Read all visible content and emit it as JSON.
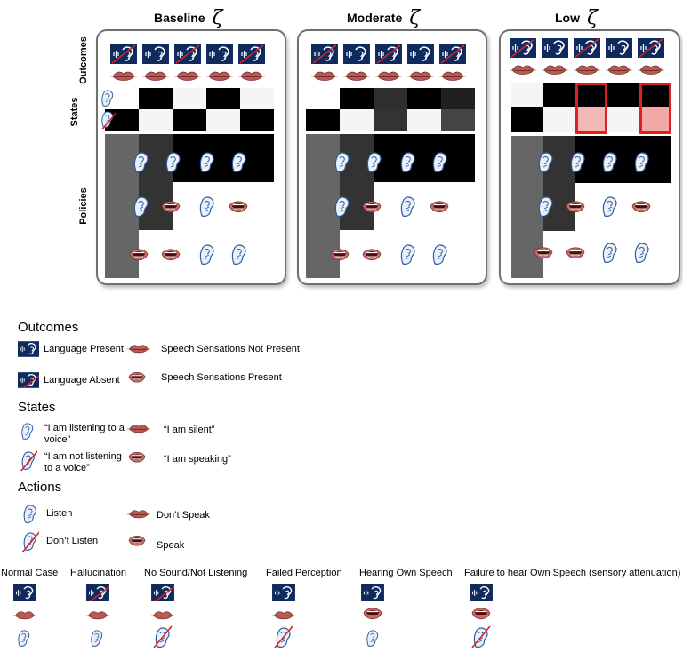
{
  "panels": [
    {
      "title": "Baseline"
    },
    {
      "title": "Moderate"
    },
    {
      "title": "Low"
    }
  ],
  "zeta_symbol": "ζ",
  "row_labels": {
    "outcomes": "Outcomes",
    "states": "States",
    "policies": "Policies"
  },
  "legend": {
    "outcomes": {
      "heading": "Outcomes",
      "language_present": "Language Present",
      "language_absent": "Language Absent",
      "speech_not_present": "Speech Sensations Not Present",
      "speech_present": "Speech Sensations Present"
    },
    "states": {
      "heading": "States",
      "listening": "“I am listening to a voice”",
      "not_listening": "“I am not listening to a voice”",
      "silent": "“I am silent”",
      "speaking": "“I am speaking”"
    },
    "actions": {
      "heading": "Actions",
      "listen": "Listen",
      "dont_listen": "Don’t Listen",
      "dont_speak": "Don’t Speak",
      "speak": "Speak"
    }
  },
  "examples": [
    {
      "label": "Normal Case",
      "language": "present",
      "speech": "lips",
      "hand": "listen"
    },
    {
      "label": "Hallucination",
      "language": "absent",
      "speech": "lips",
      "hand": "listen"
    },
    {
      "label": "No Sound/Not Listening",
      "language": "absent",
      "speech": "lips",
      "hand": "not-listen"
    },
    {
      "label": "Failed Perception",
      "language": "present",
      "speech": "lips",
      "hand": "not-listen"
    },
    {
      "label": "Hearing Own Speech",
      "language": "present",
      "speech": "mouth",
      "hand": "listen"
    },
    {
      "label": "Failure to hear Own Speech (sensory attenuation)",
      "language": "present",
      "speech": "mouth",
      "hand": "not-listen"
    }
  ],
  "colors": {
    "ear_bg": "#0f2a5c",
    "lips": "#b85a55",
    "hand": "#2f5c99",
    "highlight": "#e02020",
    "panel_border": "#707070"
  },
  "icons": [
    "ear-icon",
    "lips-icon",
    "hand-icon",
    "mouth-icon",
    "strike-icon"
  ]
}
